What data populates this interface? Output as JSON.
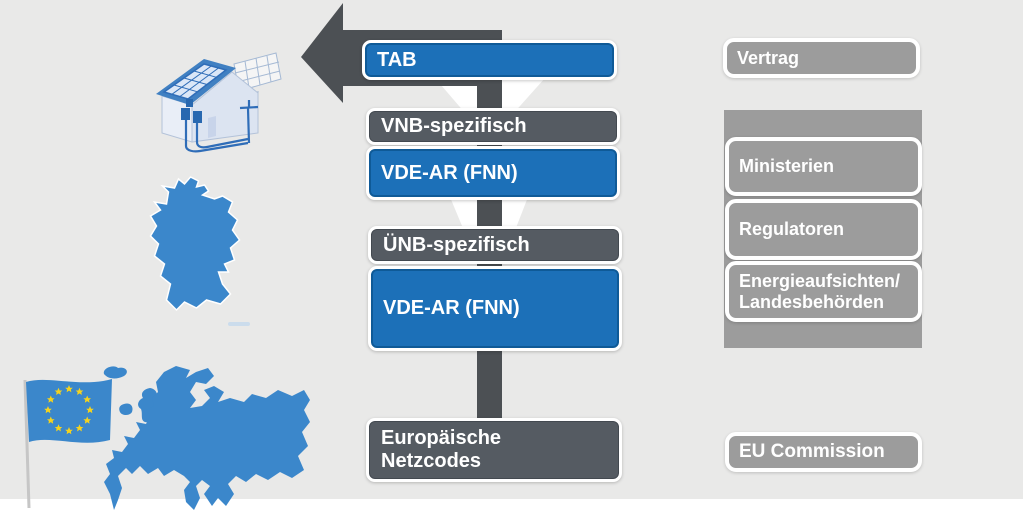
{
  "flow_column": {
    "boxes": [
      {
        "label": "TAB",
        "variant": "blue"
      },
      {
        "label": "VNB-spezifisch",
        "variant": "dark"
      },
      {
        "label": "VDE-AR (FNN)",
        "variant": "blue"
      },
      {
        "label": "ÜNB-spezifisch",
        "variant": "dark"
      },
      {
        "label": "VDE-AR (FNN)",
        "variant": "blue"
      },
      {
        "label": "Europäische\nNetzcodes",
        "variant": "dark"
      }
    ]
  },
  "authority_column": {
    "boxes": [
      {
        "label": "Vertrag"
      },
      {
        "label": "Ministerien"
      },
      {
        "label": "Regulatoren"
      },
      {
        "label": "Energieaufsichten/\nLandesbehörden"
      },
      {
        "label": "EU Commission"
      }
    ]
  },
  "illustrations": {
    "house": "house-with-solar-panels",
    "germany": "germany-map",
    "europe": "europe-map-with-eu-flag"
  },
  "colors": {
    "background": "#e9e9e8",
    "box_blue": "#1c70b8",
    "box_blue_border": "#0f5a97",
    "box_dark_gray": "#555b62",
    "arrow_gray": "#4c5054",
    "box_light_gray": "#9c9c9c",
    "map_blue": "#3b87cb",
    "star_yellow": "#f5d31e",
    "text": "#ffffff"
  }
}
